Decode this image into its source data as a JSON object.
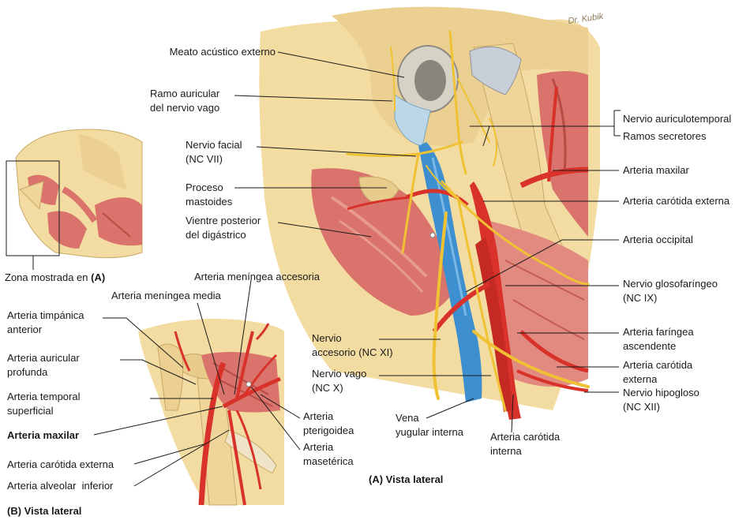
{
  "labels": {
    "meato": [
      "Meato acústico externo"
    ],
    "ramo_auricular": [
      "Ramo auricular",
      "del nervio vago"
    ],
    "nervio_facial": [
      "Nervio facial",
      "(NC VII)"
    ],
    "proceso_mastoides": [
      "Proceso",
      "mastoides"
    ],
    "vientre_digastrico": [
      "Vientre posterior",
      "del digástrico"
    ],
    "zona_mostrada": "Zona mostrada en ",
    "zona_mostrada_ref": "(A)",
    "nervio_auriculotemporal": "Nervio auriculotemporal",
    "ramos_secretores": "Ramos secretores",
    "arteria_maxilar_a": [
      "Arteria maxilar"
    ],
    "arteria_carotida_externa_a": [
      "Arteria carótida externa"
    ],
    "arteria_occipital": [
      "Arteria occipital"
    ],
    "nervio_glosofaringeo": [
      "Nervio glosofaríngeo",
      "(NC IX)"
    ],
    "arteria_faringea": [
      "Arteria faríngea",
      "ascendente"
    ],
    "arteria_carotida_externa_a2": [
      "Arteria carótida",
      "externa"
    ],
    "nervio_hipogloso": [
      "Nervio hipogloso",
      "(NC XII)"
    ],
    "nervio_accesorio": [
      "Nervio",
      "accesorio (NC XI)"
    ],
    "nervio_vago": [
      "Nervio vago",
      "(NC X)"
    ],
    "vena_yugular": [
      "Vena",
      "yugular interna"
    ],
    "arteria_carotida_interna": [
      "Arteria carótida",
      "interna"
    ],
    "arteria_meningea_accesoria": [
      "Arteria meníngea accesoria"
    ],
    "arteria_meningea_media": [
      "Arteria meníngea media"
    ],
    "arteria_timpanica": [
      "Arteria timpánica",
      "anterior"
    ],
    "arteria_auricular_profunda": [
      "Arteria auricular",
      "profunda"
    ],
    "arteria_temporal_superficial": [
      "Arteria temporal",
      "superficial"
    ],
    "arteria_maxilar_b": [
      "Arteria maxilar"
    ],
    "arteria_carotida_externa_b": [
      "Arteria carótida externa"
    ],
    "arteria_alveolar": [
      "Arteria alveolar  inferior"
    ],
    "arteria_pterigoidea": [
      "Arteria",
      "pterigoidea"
    ],
    "arteria_maseterica": [
      "Arteria",
      "masetérica"
    ]
  },
  "captions": {
    "a": "(A) Vista lateral",
    "b": "(B) Vista lateral"
  },
  "signature": "Dr. Kubik",
  "colors": {
    "bone": "#f2dca2",
    "bone_dark": "#d9bd78",
    "muscle": "#d9736b",
    "muscle_light": "#e89a8e",
    "artery": "#d8322a",
    "vein": "#3e8fd0",
    "nerve": "#f0c233",
    "cartilage": "#bcd8e8",
    "leader": "#1a1a1a"
  }
}
